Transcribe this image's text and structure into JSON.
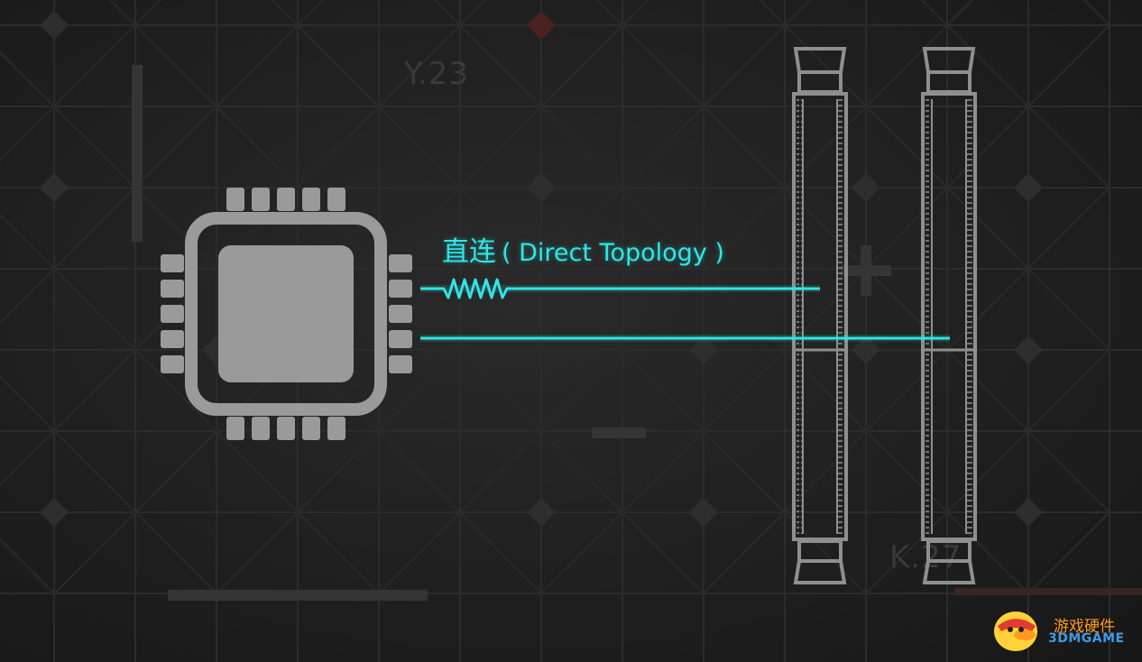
{
  "title": {
    "chinese": "直连",
    "english": "( Direct Topology )"
  },
  "background_labels": {
    "top": "Y.23",
    "bottom_right": "K.27"
  },
  "watermark": {
    "chinese": "游戏硬件",
    "english": "3DMGAME"
  },
  "colors": {
    "background": "#1f1f1f",
    "grid": "#2c2c2c",
    "component": "#9a9a9a",
    "trace": "#2fe6e6",
    "watermark_cn": "#ff9a1f",
    "watermark_en": "#3e9be6"
  },
  "icons": [
    "cpu-chip-icon",
    "memory-slot-icon",
    "resistor-icon",
    "mascot-icon"
  ]
}
